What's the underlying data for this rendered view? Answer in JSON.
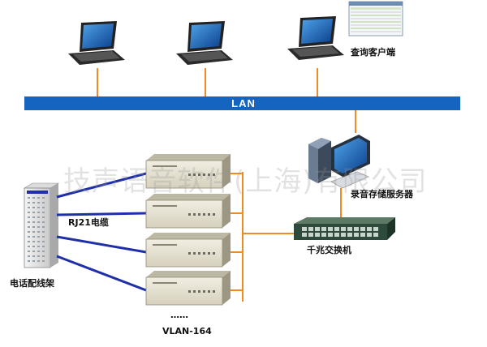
{
  "labels": {
    "lan": "LAN",
    "query_client": "查询客户端",
    "recording_server": "录音存储服务器",
    "gigabit_switch": "千兆交换机",
    "rj21_cable": "RJ21电缆",
    "distribution_frame": "电话配线架",
    "ellipsis": "……",
    "vlan_device": "VLAN-164",
    "watermark": "技声语音软件(上海)有限公司"
  },
  "colors": {
    "lan_bar": "#1565c0",
    "link_orange": "#f08a24",
    "cable_blue": "#1f2fa8",
    "switch_body": "#2e4a3a",
    "rack_body": "#e4e0cf"
  },
  "icons": {
    "laptop": "laptop-icon",
    "server": "server-tower-icon",
    "switch": "network-switch-icon",
    "rack": "recording-rack-icon",
    "frame": "distribution-frame-icon"
  }
}
